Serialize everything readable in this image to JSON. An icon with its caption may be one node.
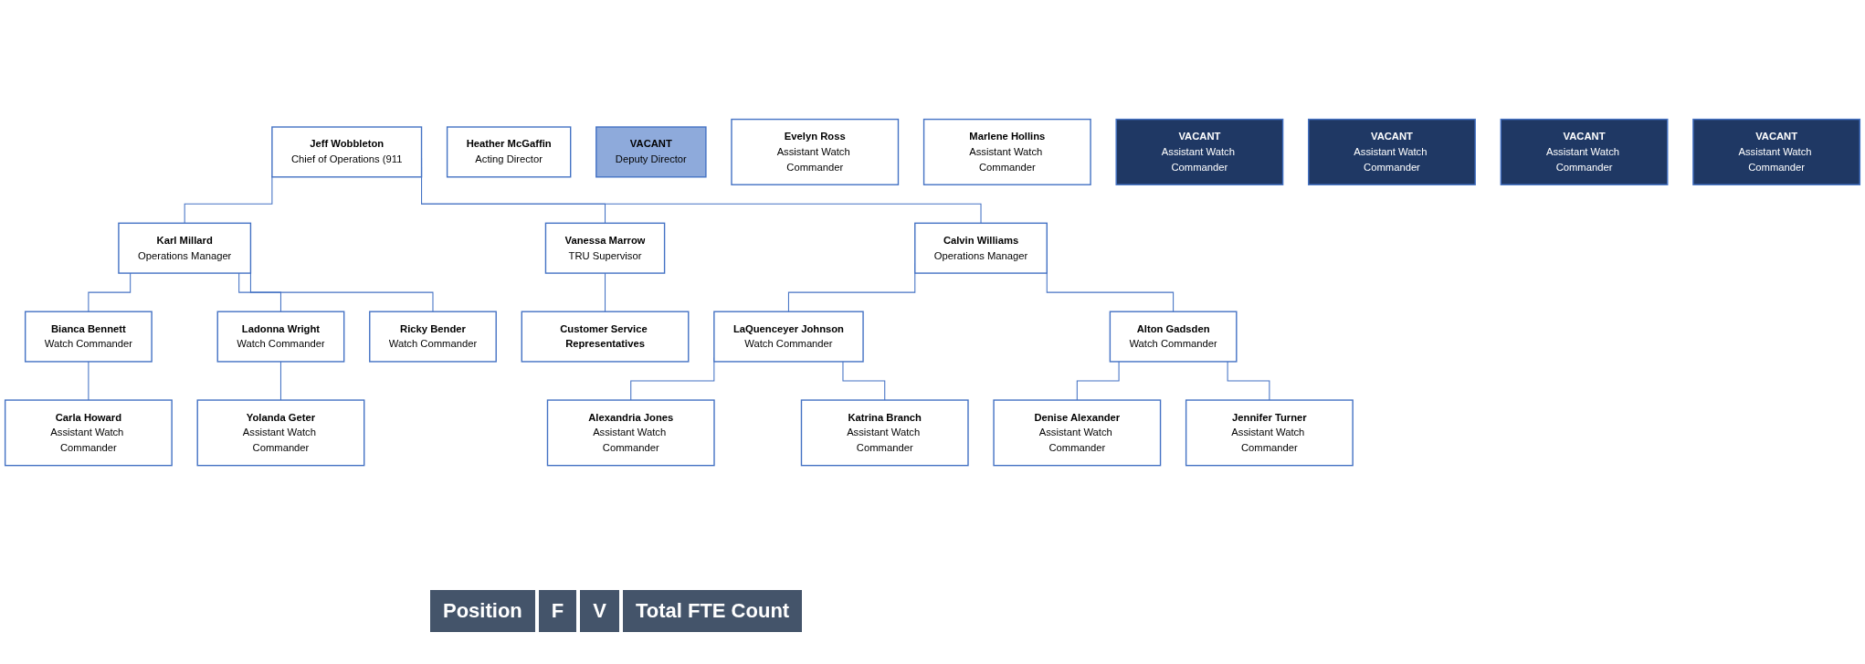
{
  "diagram": {
    "nodes": [
      {
        "text": [
          "Heather McGaffin",
          "Acting Director"
        ]
      },
      {
        "text": [
          "VACANT",
          "Deputy Director"
        ]
      },
      {
        "text": [
          "Jeff Wobbleton",
          "Chief of Operations (911"
        ]
      },
      {
        "text": [
          "Karl Millard",
          "Operations Manager"
        ]
      },
      {
        "text": [
          "Vanessa Marrow",
          "TRU Supervisor"
        ]
      },
      {
        "text": [
          "Calvin Williams",
          "Operations Manager"
        ]
      },
      {
        "text": [
          "Bianca Bennett",
          "Watch Commander"
        ]
      },
      {
        "text": [
          "Ladonna Wright",
          "Watch Commander"
        ]
      },
      {
        "text": [
          "Ricky Bender",
          "Watch Commander"
        ]
      },
      {
        "text": [
          "Customer Service Representatives"
        ]
      },
      {
        "text": [
          "LaQuenceyer Johnson",
          "Watch Commander"
        ]
      },
      {
        "text": [
          "Alton Gadsden",
          "Watch Commander"
        ]
      },
      {
        "text": [
          "Carla Howard",
          "Assistant Watch Commander"
        ]
      },
      {
        "text": [
          "Yolanda Geter",
          "Assistant Watch Commander"
        ]
      },
      {
        "text": [
          "Alexandria Jones",
          "Assistant Watch Commander"
        ]
      },
      {
        "text": [
          "Katrina Branch",
          "Assistant Watch Commander"
        ]
      },
      {
        "text": [
          "Denise Alexander",
          "Assistant Watch Commander"
        ]
      },
      {
        "text": [
          "Jennifer Turner",
          "Assistant Watch Commander"
        ]
      },
      {
        "text": [
          "Evelyn Ross",
          "Assistant Watch Commander"
        ]
      },
      {
        "text": [
          "Marlene Hollins",
          "Assistant Watch Commander"
        ]
      },
      {
        "text": [
          "VACANT",
          "Assistant Watch Commander"
        ]
      },
      {
        "text": [
          "VACANT",
          "Assistant Watch Commander"
        ]
      },
      {
        "text": [
          "VACANT",
          "Assistant Watch Commander"
        ]
      },
      {
        "text": [
          "VACANT",
          "Assistant Watch Commander"
        ]
      }
    ],
    "edges": [
      {
        "from": 2,
        "to": 3,
        "arrow": "none"
      },
      {
        "from": 2,
        "to": 4,
        "arrow": "none"
      },
      {
        "from": 2,
        "to": 5,
        "arrow": "none"
      },
      {
        "from": 3,
        "to": 6,
        "arrow": "none"
      },
      {
        "from": 3,
        "to": 7,
        "arrow": "none"
      },
      {
        "from": 3,
        "to": 8,
        "arrow": "none"
      },
      {
        "from": 4,
        "to": 9,
        "arrow": "none"
      },
      {
        "from": 5,
        "to": 10,
        "arrow": "none"
      },
      {
        "from": 5,
        "to": 11,
        "arrow": "none"
      },
      {
        "from": 6,
        "to": 12,
        "arrow": "none"
      },
      {
        "from": 7,
        "to": 13,
        "arrow": "none"
      },
      {
        "from": 10,
        "to": 14,
        "arrow": "none"
      },
      {
        "from": 10,
        "to": 15,
        "arrow": "none"
      },
      {
        "from": 11,
        "to": 16,
        "arrow": "none"
      },
      {
        "from": 11,
        "to": 17,
        "arrow": "none"
      }
    ],
    "labels": [
      "Position",
      "F",
      "V",
      "Total FTE Count"
    ]
  }
}
